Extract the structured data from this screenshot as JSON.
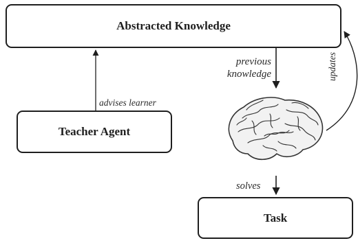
{
  "boxes": {
    "knowledge": "Abstracted Knowledge",
    "teacher": "Teacher Agent",
    "task": "Task"
  },
  "labels": {
    "previous_line1": "previous",
    "previous_line2": "knowledge",
    "advises": "advises learner",
    "solves": "solves",
    "updates": "updates"
  },
  "icons": {
    "learner": "brain-icon"
  },
  "colors": {
    "stroke": "#1e1e1e",
    "label_text": "#2a2a2a",
    "brain_fill": "#f2f2f2"
  }
}
